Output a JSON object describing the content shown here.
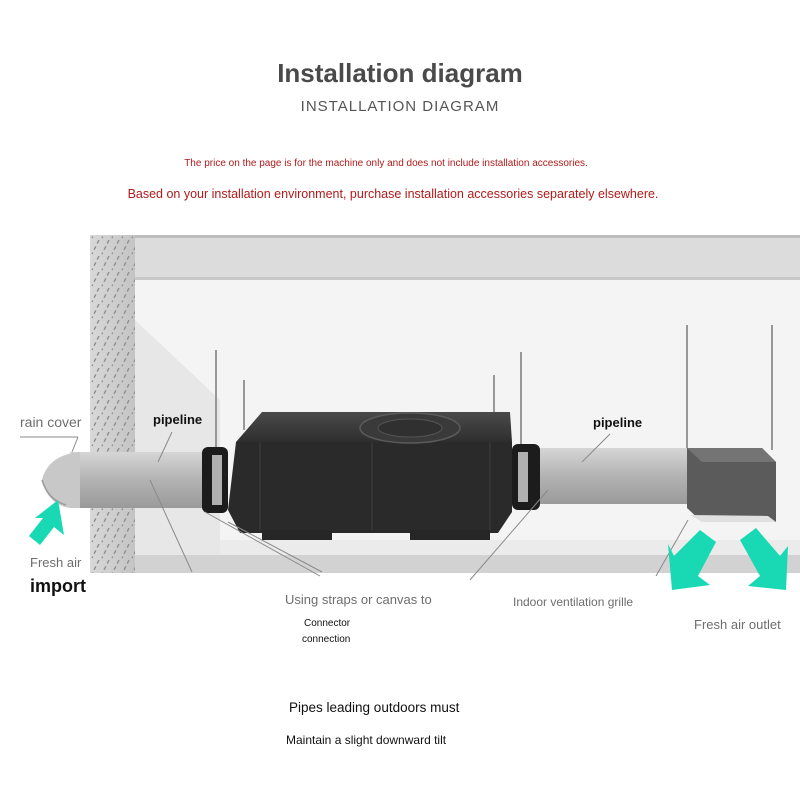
{
  "header": {
    "title": "Installation diagram",
    "subtitle": "INSTALLATION DIAGRAM"
  },
  "notes": {
    "price_note": "The price on the page is for the machine only and does not include installation accessories.",
    "purchase_note": "Based on your installation environment, purchase installation accessories separately elsewhere."
  },
  "labels": {
    "rain_cover": "rain cover",
    "pipeline_left": "pipeline",
    "pipeline_right": "pipeline",
    "fresh_air": "Fresh air",
    "import": "import",
    "straps": "Using straps or canvas to",
    "connector": "Connector",
    "connection": "connection",
    "grille": "Indoor ventilation grille",
    "outlet": "Fresh air outlet",
    "tilt_line1": "Pipes leading outdoors must",
    "tilt_line2": "Maintain a slight downward tilt"
  },
  "colors": {
    "note_red": "#b01a1a",
    "arrow_teal": "#19d9b4",
    "machine": "#2b2b2b",
    "pipe": "#b9b9b9"
  }
}
